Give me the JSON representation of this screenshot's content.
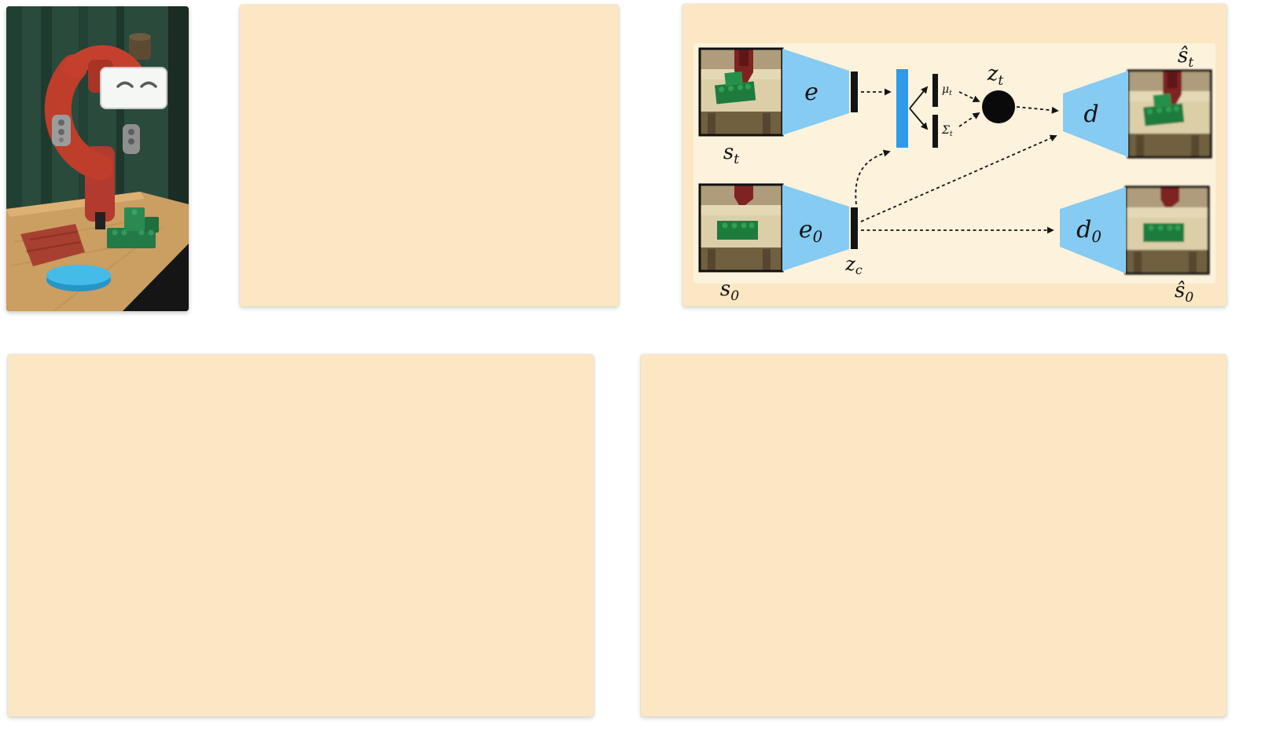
{
  "colors": {
    "panel_bg": "#FBE7C3",
    "diagram_inner_bg": "#FDF2DC",
    "encoder_decoder_blue": "#85CBF2",
    "fc_layer_blue": "#2D9BE8",
    "ink_black": "#141414"
  },
  "diagram": {
    "labels": {
      "s_t": {
        "base": "s",
        "sub": "t"
      },
      "e": {
        "base": "e",
        "sub": ""
      },
      "mu_t": {
        "base": "μ",
        "sub": "t"
      },
      "sigma_t": {
        "base": "Σ",
        "sub": "t"
      },
      "z_t": {
        "base": "z",
        "sub": "t"
      },
      "d": {
        "base": "d",
        "sub": ""
      },
      "s_hat_t": {
        "base": "ŝ",
        "sub": "t"
      },
      "s_0": {
        "base": "s",
        "sub": "0"
      },
      "e_0": {
        "base": "e",
        "sub": "0"
      },
      "z_c": {
        "base": "z",
        "sub": "c"
      },
      "d_0": {
        "base": "d",
        "sub": "0"
      },
      "s_hat_0": {
        "base": "ŝ",
        "sub": "0"
      }
    }
  }
}
